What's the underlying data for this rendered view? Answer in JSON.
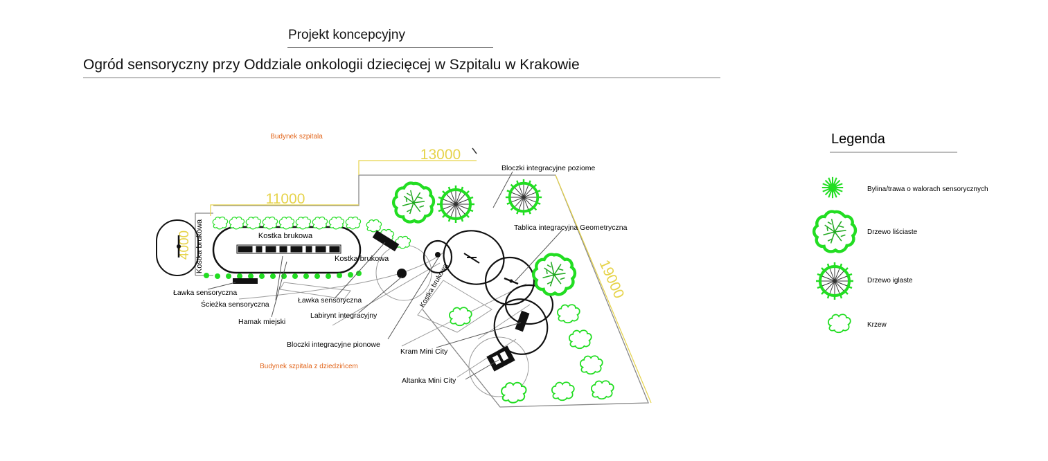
{
  "header": {
    "title": "Projekt koncepcyjny",
    "subtitle": "Ogród sensoryczny przy Oddziale onkologii dziecięcej w Szpitalu w Krakowie"
  },
  "plan": {
    "labels": {
      "hospital_building": "Budynek szpitala",
      "hospital_courtyard": "Budynek szpitala z dziedzińcem",
      "dim_13000": "13000",
      "dim_11000": "11000",
      "dim_4000": "4000",
      "dim_19000": "19000",
      "kostka_left": "Kostka brukowa",
      "kostka_main": "Kostka brukowa",
      "kostka_middle": "Kostka brukowa",
      "kostka_diag": "Kostka brukowa",
      "bloczki_poziome": "Bloczki integracyjne poziome",
      "tablica": "Tablica integracyjna Geometryczna",
      "lawka_1": "Ławka sensoryczna",
      "sciezka": "Ścieżka sensoryczna",
      "lawka_2": "Ławka sensoryczna",
      "hamak": "Hamak miejski",
      "labirynt": "Labirynt integracyjny",
      "bloczki_pionowe": "Bloczki integracyjne pionowe",
      "kram": "Kram Mini City",
      "altanka": "Altanka Mini City"
    }
  },
  "legend": {
    "title": "Legenda",
    "items": [
      {
        "label": "Bylina/trawa o walorach sensorycznych",
        "icon": "perennial-grass-icon"
      },
      {
        "label": "Drzewo liściaste",
        "icon": "deciduous-tree-icon"
      },
      {
        "label": "Drzewo iglaste",
        "icon": "conifer-tree-icon"
      },
      {
        "label": "Krzew",
        "icon": "shrub-icon"
      }
    ]
  },
  "colors": {
    "plant_green": "#22dd22",
    "dimension_yellow": "#e6d34a",
    "label_orange": "#e2661c",
    "line_gray": "#888888"
  }
}
